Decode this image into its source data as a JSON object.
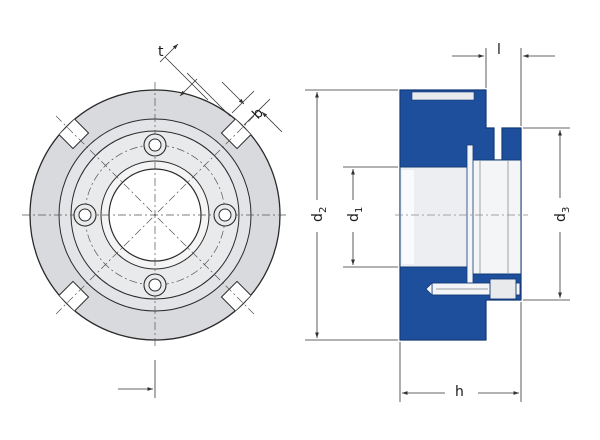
{
  "labels": {
    "t": "t",
    "b": "b",
    "l": "l",
    "d2_main": "d",
    "d2_sub": "2",
    "d1_main": "d",
    "d1_sub": "1",
    "d3_main": "d",
    "d3_sub": "3",
    "h": "h"
  },
  "colors": {
    "body_blue": "#1e4f9c",
    "body_dark": "#143a78",
    "flange_grey": "#d9dadd",
    "face_grey": "#e9eaec",
    "bore_white": "#ffffff",
    "line": "#2a2a2a",
    "dim_line": "#333333"
  }
}
